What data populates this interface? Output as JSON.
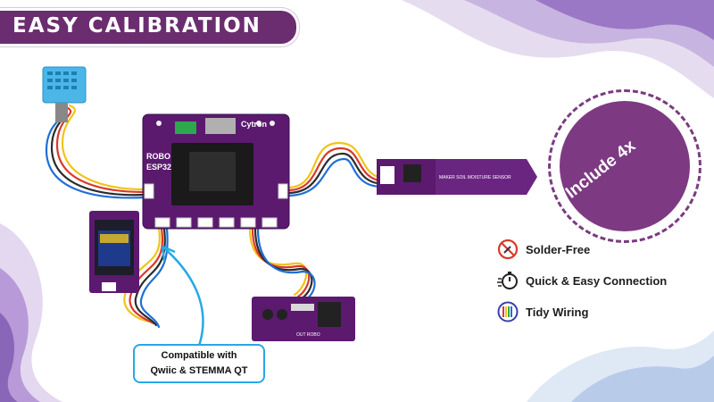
{
  "banner": {
    "title": "EASY CALIBRATION"
  },
  "badge": {
    "text": "Include 4x"
  },
  "features": [
    {
      "label": "Solder-Free",
      "icon": "no-solder-icon"
    },
    {
      "label": "Quick & Easy Connection",
      "icon": "stopwatch-icon"
    },
    {
      "label": "Tidy Wiring",
      "icon": "wires-icon"
    }
  ],
  "compat": {
    "line1": "Compatible with",
    "line2": "Qwiic & STEMMA QT"
  },
  "boards": {
    "main_brand": "Cytron",
    "main_name_1": "ROBO",
    "main_name_2": "ESP32",
    "sensor_label": "MAKER SOIL MOISTURE SENSOR",
    "relay_label": "OUT ROBO"
  },
  "colors": {
    "brand_purple": "#6b2d6f",
    "accent_blue": "#27a8e6",
    "board_purple": "#5b1a6e"
  }
}
